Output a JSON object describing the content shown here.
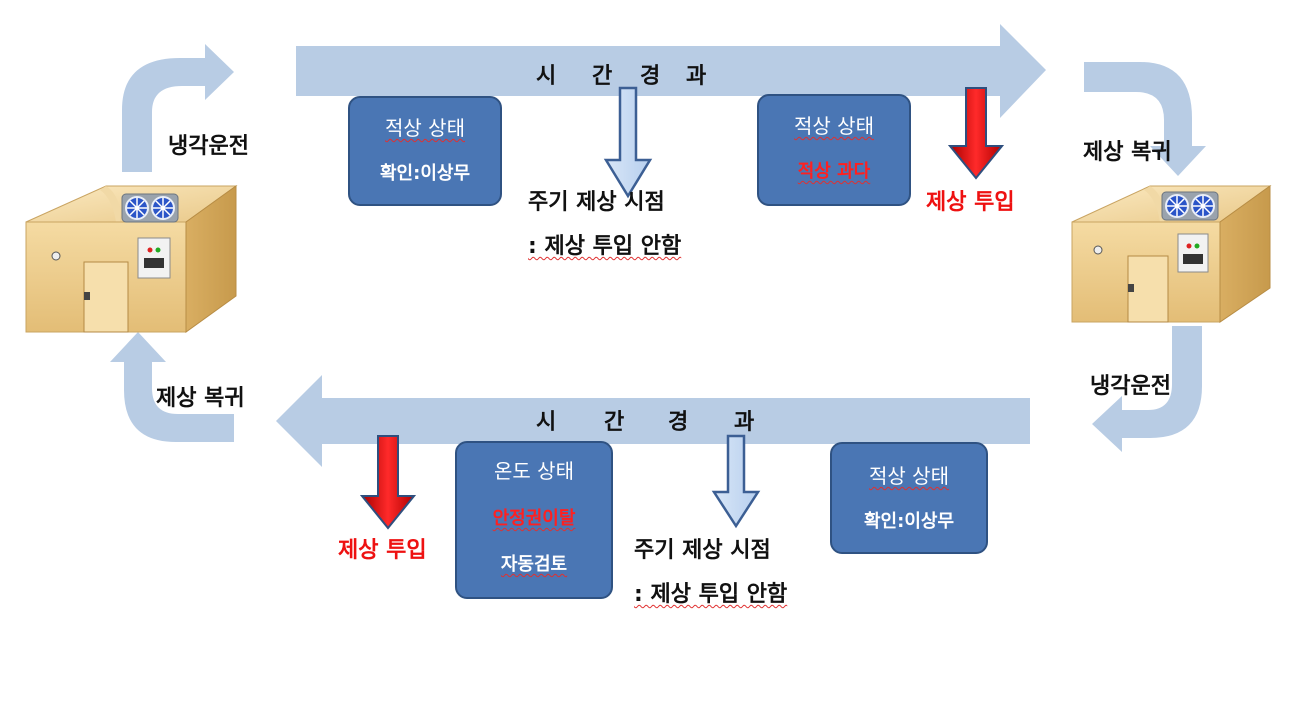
{
  "labels": {
    "top_left_cooling": "냉각운전",
    "top_right_recover": "제상 복귀",
    "bottom_right_cooling": "냉각운전",
    "bottom_left_recover": "제상 복귀"
  },
  "timeline": {
    "top": [
      "시",
      "간",
      "경",
      "과"
    ],
    "bottom": [
      "시",
      "간",
      "경",
      "과"
    ]
  },
  "boxes": {
    "top1": {
      "line1": "적상 상태",
      "line2": "확인:이상무"
    },
    "top2": {
      "line1": "적상 상태",
      "line2": "적상 과다"
    },
    "bottom1": {
      "line1": "적상 상태",
      "line2": "확인:이상무"
    },
    "bottom2": {
      "line1": "온도 상태",
      "line2": "안정권이탈",
      "line3": "자동검토"
    }
  },
  "notes": {
    "top_periodic_1": "주기 제상 시점",
    "top_periodic_2": ": 제상 투입 안함",
    "top_defrost_in": "제상 투입",
    "bottom_periodic_1": "주기 제상 시점",
    "bottom_periodic_2": ": 제상 투입 안함",
    "bottom_defrost_in": "제상 투입"
  },
  "colors": {
    "flow_arrow": "#b8cce4",
    "box_fill": "#4a76b4",
    "defrost_arrow": "#e01818",
    "warning_text": "#ee1111"
  }
}
